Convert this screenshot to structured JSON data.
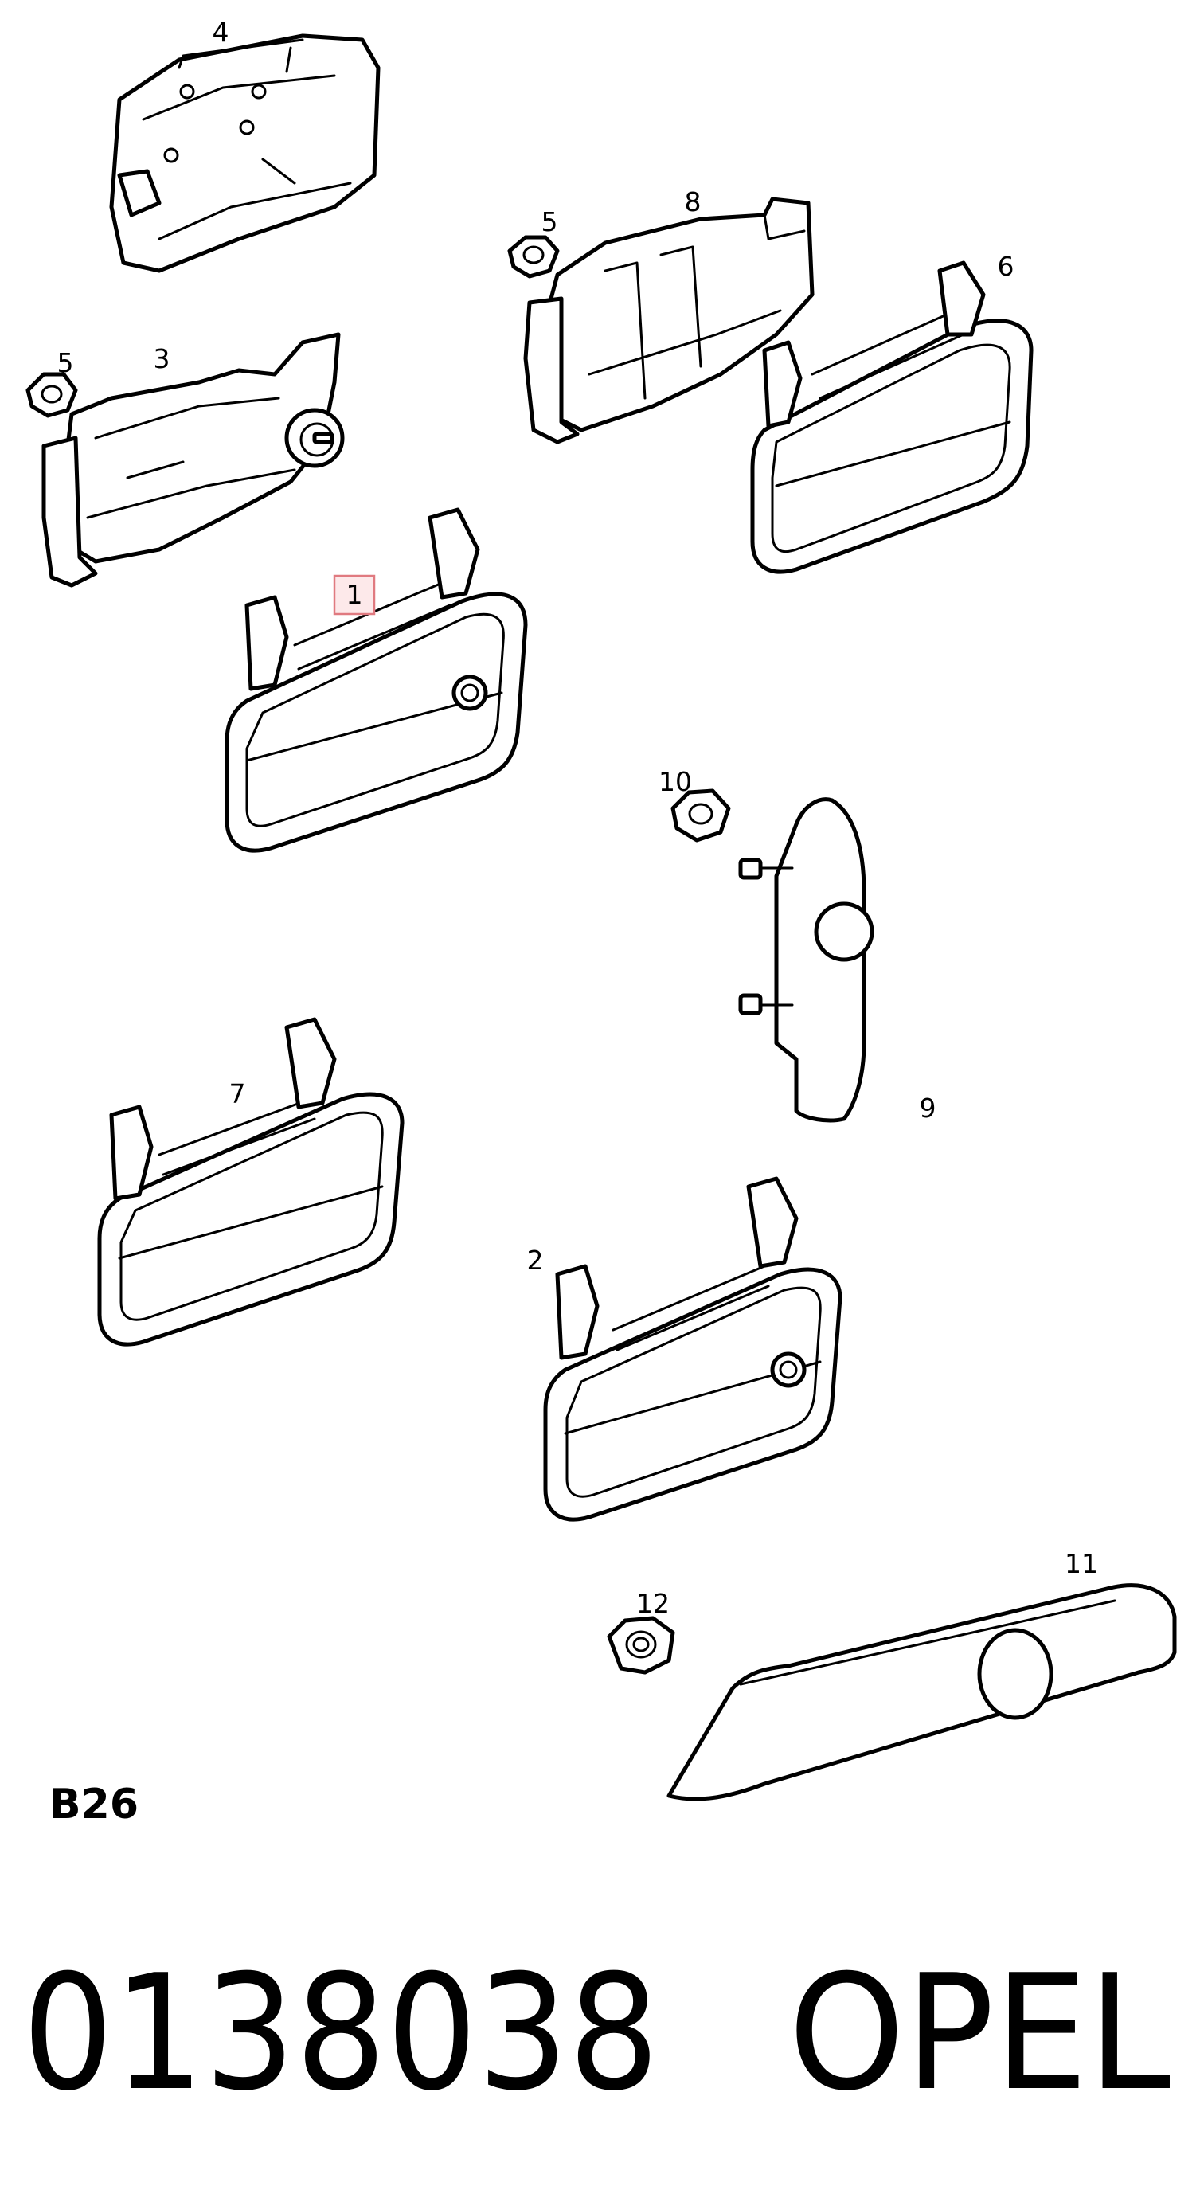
{
  "callouts": {
    "c1": "1",
    "c2": "2",
    "c3": "3",
    "c4": "4",
    "c5a": "5",
    "c5b": "5",
    "c6": "6",
    "c7": "7",
    "c8": "8",
    "c9": "9",
    "c10": "10",
    "c11": "11",
    "c12": "12"
  },
  "section_code": "B26",
  "footer": {
    "part_number": "0138038",
    "brand": "OPEL"
  },
  "highlight_color": "#e07a80"
}
